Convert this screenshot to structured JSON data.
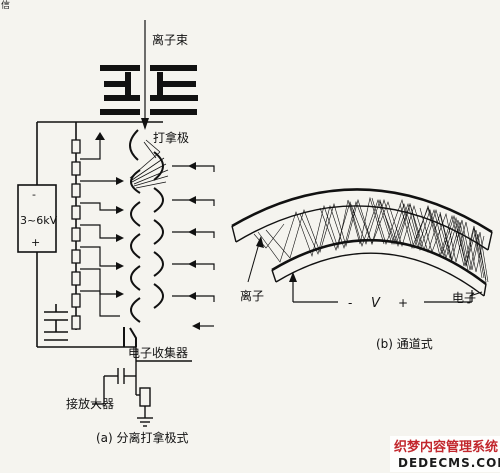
{
  "corner_mark": "信",
  "labels": {
    "ion_beam": "离子束",
    "dynode": "打拿极",
    "voltage": "3~6kV",
    "minus": "-",
    "plus": "+",
    "collector": "电子收集器",
    "amplifier": "接放大器",
    "caption_a": "(a) 分离打拿极式",
    "ion": "离子",
    "electron": "电子",
    "v_minus": "-",
    "v_symbol": "V",
    "v_plus": "+",
    "caption_b": "(b) 通道式"
  },
  "watermark": {
    "line1": "织梦内容管理系统",
    "line2": "DEDECMS.COM"
  },
  "colors": {
    "ink": "#111111",
    "paper": "#f5f4ef",
    "watermark_red": "#c2272d"
  }
}
